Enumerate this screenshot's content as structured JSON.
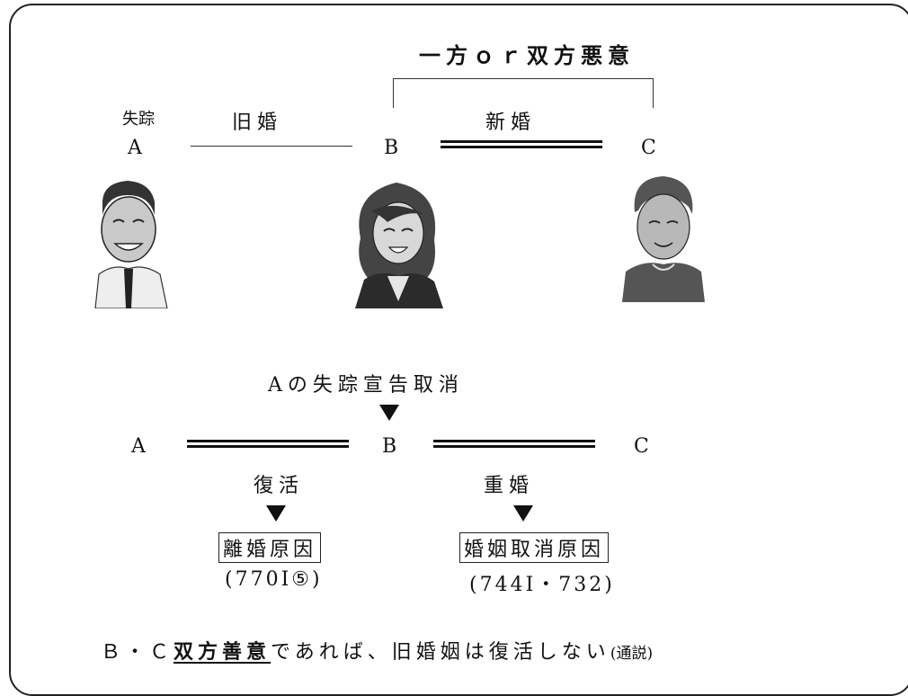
{
  "top": {
    "bad_faith_label": "一方ｏｒ双方悪意",
    "missing_label": "失踪",
    "old_marriage_label": "旧婚",
    "new_marriage_label": "新婚",
    "person_a": "A",
    "person_b": "B",
    "person_c": "C"
  },
  "bottom": {
    "trigger_label": "Aの失踪宣告取消",
    "person_a": "A",
    "person_b": "B",
    "person_c": "C",
    "revive_label": "復活",
    "bigamy_label": "重婚",
    "divorce_ground_label": "離婚原因",
    "divorce_ground_ref": "(770Ⅰ⑤)",
    "annul_ground_label": "婚姻取消原因",
    "annul_ground_ref": "(744Ⅰ・732)"
  },
  "footer": {
    "prefix": "Ｂ・Ｃ",
    "emphasis": "双方善意",
    "rest": "であれば、旧婚姻は復活しない",
    "note": "(通説)"
  }
}
